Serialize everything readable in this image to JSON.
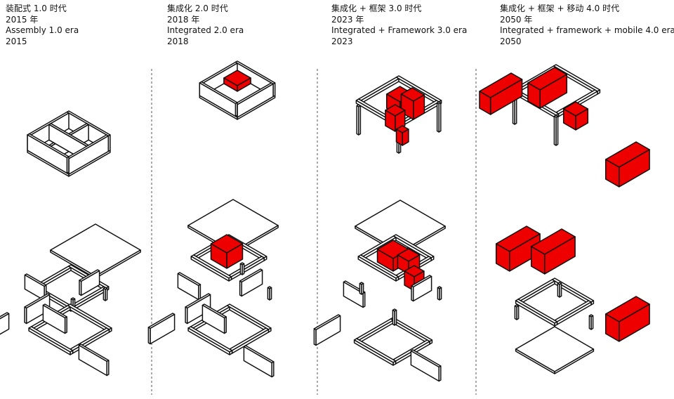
{
  "columns": [
    {
      "title_cn": "装配式 1.0 时代",
      "year_cn": "2015 年",
      "title_en": "Assembly 1.0 era",
      "year": "2015"
    },
    {
      "title_cn": "集成化 2.0 时代",
      "year_cn": "2018 年",
      "title_en": "Integrated 2.0 era",
      "year": "2018"
    },
    {
      "title_cn": "集成化 + 框架 3.0 时代",
      "year_cn": "2023 年",
      "title_en": "Integrated + Framework 3.0 era",
      "year": "2023"
    },
    {
      "title_cn": "集成化 + 框架 + 移动 4.0 时代",
      "year_cn": "2050 年",
      "title_en": "Integrated + framework + mobile 4.0 era",
      "year": "2050"
    }
  ],
  "colors": {
    "module_red": "#ee0000",
    "line": "#111111",
    "divider": "#555555"
  }
}
